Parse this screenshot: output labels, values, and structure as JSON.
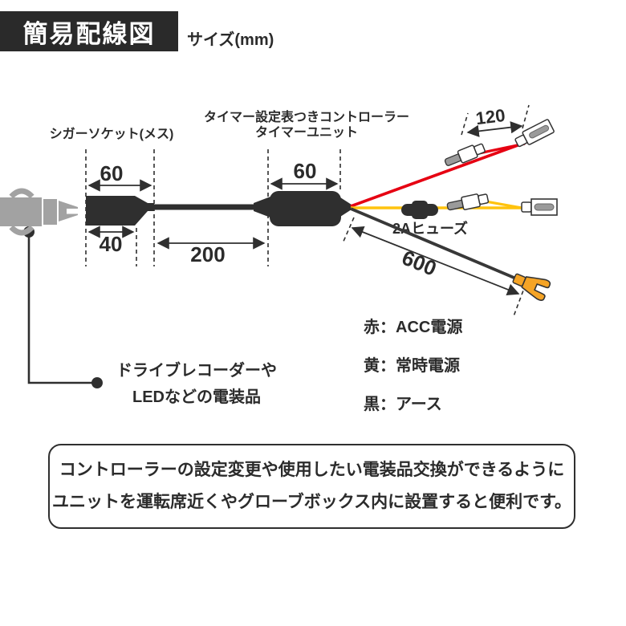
{
  "header": {
    "title": "簡易配線図",
    "size_label": "サイズ(mm)"
  },
  "labels": {
    "socket": "シガーソケット(メス)",
    "controller_line1": "タイマー設定表つきコントローラー",
    "controller_line2": "タイマーユニット",
    "fuse": "2Aヒューズ",
    "device_line1": "ドライブレコーダーや",
    "device_line2": "LEDなどの電装品"
  },
  "dimensions": {
    "socket_width": "60",
    "socket_body_length": "40",
    "cable_length": "200",
    "unit_width": "60",
    "red_branch_length": "120",
    "black_wire_length": "600"
  },
  "legend": {
    "items": [
      {
        "label": "赤：ACC電源"
      },
      {
        "label": "黄：常時電源"
      },
      {
        "label": "黒：アース"
      }
    ]
  },
  "note": {
    "line1": "コントローラーの設定変更や使用したい電装品交換ができるように",
    "line2": "ユニットを運転席近くやグローブボックス内に設置すると便利です。"
  },
  "colors": {
    "red_wire": "#e60012",
    "yellow_wire": "#ffc30e",
    "black_wire": "#383838",
    "terminal_orange": "#f5a426",
    "header_bg": "#2a2a2a"
  }
}
